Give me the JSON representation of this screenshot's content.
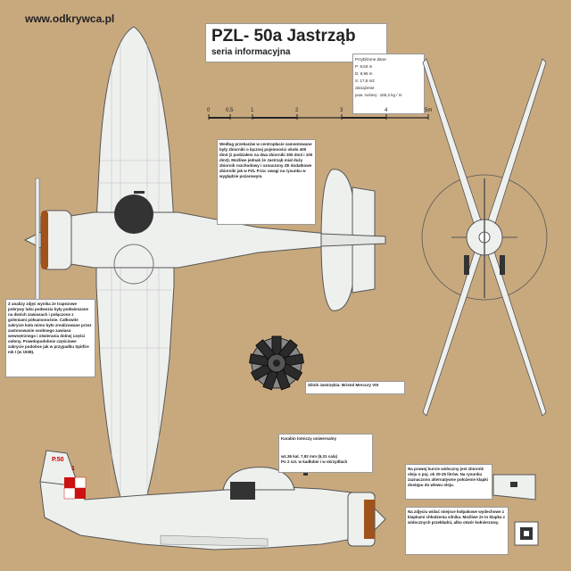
{
  "site": "www.odkrywca.pl",
  "title": {
    "main": "PZL- 50a   Jastrząb",
    "sub": "seria informacyjna"
  },
  "spec": {
    "heading": "Przybliżone dane:",
    "lines": [
      "P:   9,63 m",
      "D:   8,96 m",
      "S:   17,8   m2",
      "obciążenie",
      "pow. nośnej - 165,2 kg / m"
    ]
  },
  "scale": {
    "labels": [
      "0",
      "0,5",
      "1",
      "2",
      "3",
      "4",
      "5m"
    ]
  },
  "note_top": "Według przekazów w centropłacie zamontowane były zbiorniki o łącznej pojemności około 400 dm3 (z podziałem na dwa zbiorniki 300 dm3 i 100 dm3). Możliwe jednak że Jastrząb miał duży zbiornik rozchodowy i oznaczony ZE dodatkowe zbiorniki jak w PZL P.11c uwagi na rysunku w wyglądzie pożarowym.",
  "note_left": "Z analizy zdjęć wynika że trapezowe pokrywy luku podwozia były podwieszane na dwóch zawiasach i połączone z goleniami półsamonośnie. Całkowite zakrycie koła mimo było zrealizowane przez zastosowanie osobnego zawiasu wewnętrznego i otwierania dolnej części osłony. Prawdopodobnie częściowe zakrycie podobne jak w przypadku Spitfire mk I (w 1938).",
  "engine_label": "Silnik Jastrzębia:  Bristol Mercury VIII",
  "guns": {
    "heading": "Karabin lotniczy uniwersalny",
    "lines": [
      "wz.36   kal. 7,92 mm (6,31 cala)",
      "Po 2 szt. w kadłubie i w skrzydłach"
    ]
  },
  "note_right1": "Na prawej burcie widoczny jest zbiornik oleju o poj. ok 20-25 litrów. Na rysunku zaznaczono alternatywne położenie klapki dostępu do wlewu oleju.",
  "note_right2": "Na zdjęciu widać miejsce kołpakowe wydechowe z klapkami chłodzenia silnika. Możliwe że to klapka z widocznych przekładni, albo otwór kołnierzowy.",
  "side_markings": [
    "P.50",
    "1"
  ],
  "colors": {
    "background": "#c8a97e",
    "airframe": "#eef0ee",
    "outline": "#555555",
    "spinner": "#a0521a",
    "engine": "#2b2b2b",
    "marking": "#cc1111"
  }
}
